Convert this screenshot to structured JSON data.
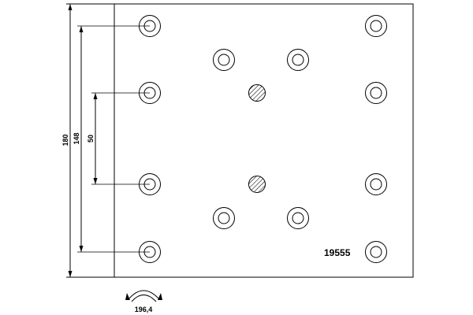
{
  "part_number": "19555",
  "dimensions": {
    "overall_height": "180",
    "outer_bolt_spacing": "148",
    "inner_bolt_spacing": "50",
    "arc_width": "196,4"
  },
  "colors": {
    "line": "#000000",
    "background": "#ffffff"
  },
  "holes": {
    "countersunk_count": 12,
    "hatched_count": 2
  }
}
